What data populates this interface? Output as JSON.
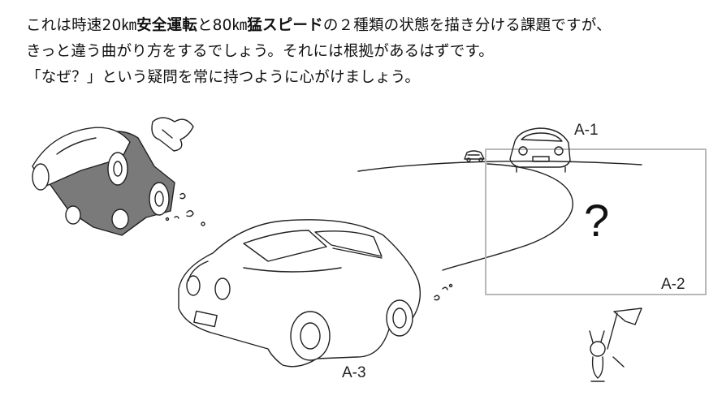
{
  "text": {
    "line1": {
      "a": "これは時速20㎞",
      "b": "安全運転",
      "c": "と80㎞",
      "d": "猛スピード",
      "e": "の２種類の状態を描き分ける課題ですが、"
    },
    "line2": "きっと違う曲がり方をするでしょう。それには根拠があるはずです。",
    "line3": "「なぜ？」という疑問を常に持つように心がけましょう。"
  },
  "labels": {
    "a1": "A-1",
    "a2": "A-2",
    "a3": "A-3",
    "question": "?"
  },
  "colors": {
    "line": "#222222",
    "box": "#b8b8b8",
    "shadow": "#7a7a7a"
  },
  "icons": [
    "flying-car-icon",
    "crashing-car-icon",
    "rabbit-with-flag-icon",
    "small-car-icon",
    "car-front-icon",
    "car-main-icon",
    "dust-puff-icon"
  ]
}
